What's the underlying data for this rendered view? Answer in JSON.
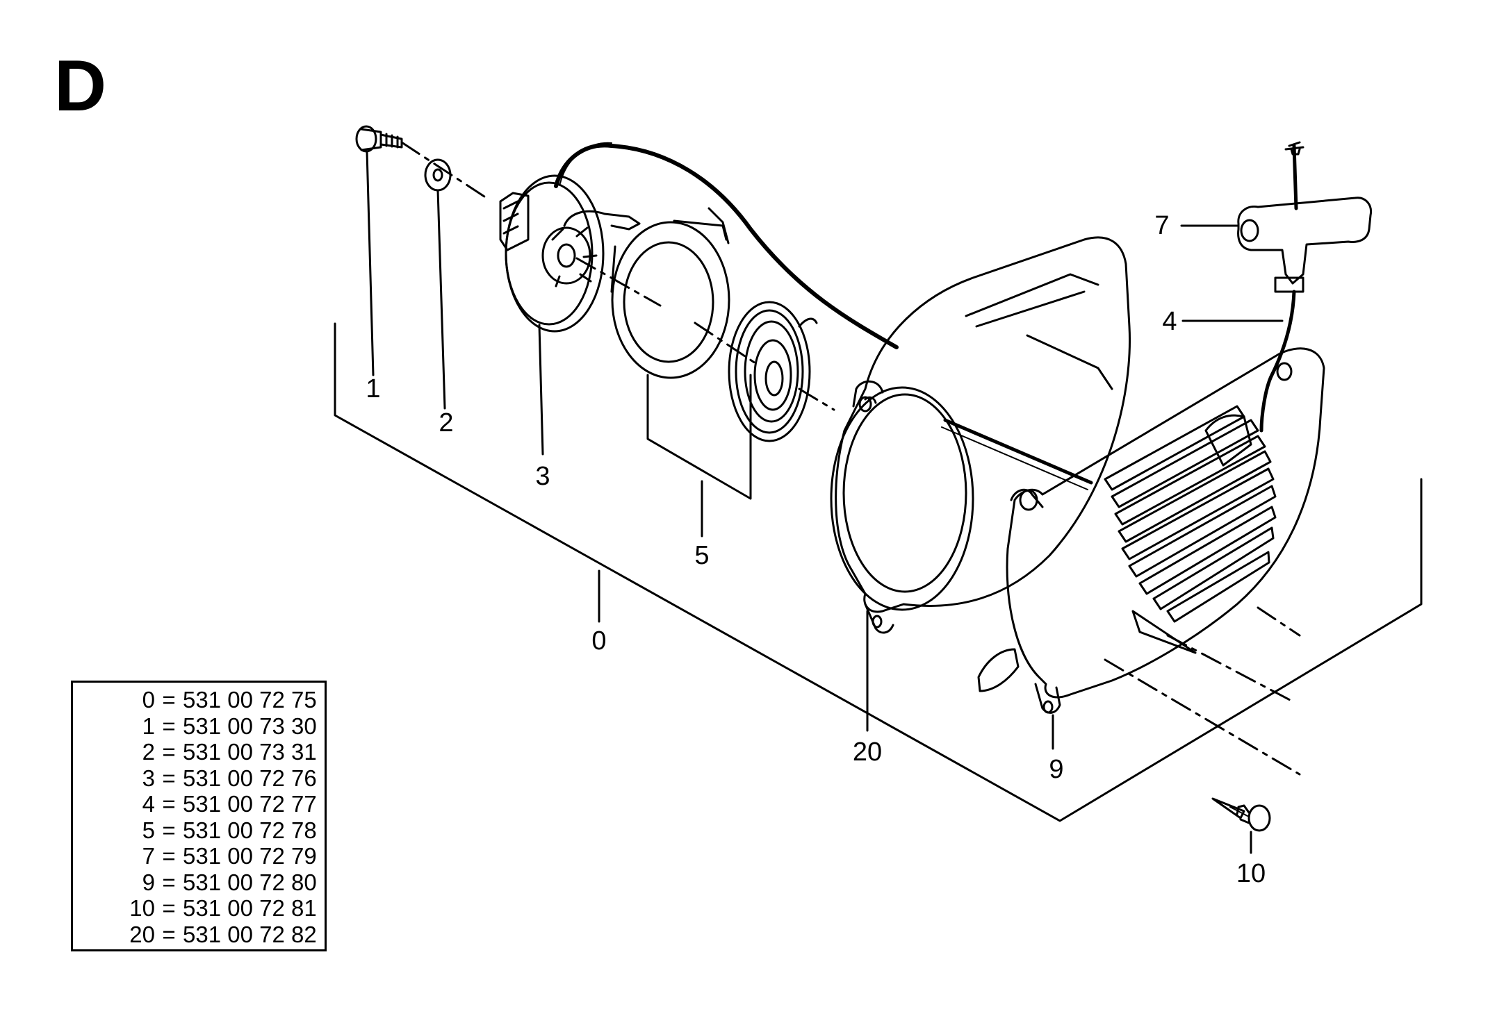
{
  "section_letter": "D",
  "callouts": [
    {
      "id": "c-1",
      "label": "1"
    },
    {
      "id": "c-2",
      "label": "2"
    },
    {
      "id": "c-3",
      "label": "3"
    },
    {
      "id": "c-4",
      "label": "4"
    },
    {
      "id": "c-5",
      "label": "5"
    },
    {
      "id": "c-7",
      "label": "7"
    },
    {
      "id": "c-0",
      "label": "0"
    },
    {
      "id": "c-20",
      "label": "20"
    },
    {
      "id": "c-9",
      "label": "9"
    },
    {
      "id": "c-10",
      "label": "10"
    }
  ],
  "legend": [
    {
      "num": "0",
      "part": "531 00 72 75"
    },
    {
      "num": "1",
      "part": "531 00 73 30"
    },
    {
      "num": "2",
      "part": "531 00 73 31"
    },
    {
      "num": "3",
      "part": "531 00 72 76"
    },
    {
      "num": "4",
      "part": "531 00 72 77"
    },
    {
      "num": "5",
      "part": "531 00 72 78"
    },
    {
      "num": "7",
      "part": "531 00 72 79"
    },
    {
      "num": "9",
      "part": "531 00 72 80"
    },
    {
      "num": "10",
      "part": "531 00 72 81"
    },
    {
      "num": "20",
      "part": "531 00 72 82"
    }
  ],
  "legend_separator": "="
}
